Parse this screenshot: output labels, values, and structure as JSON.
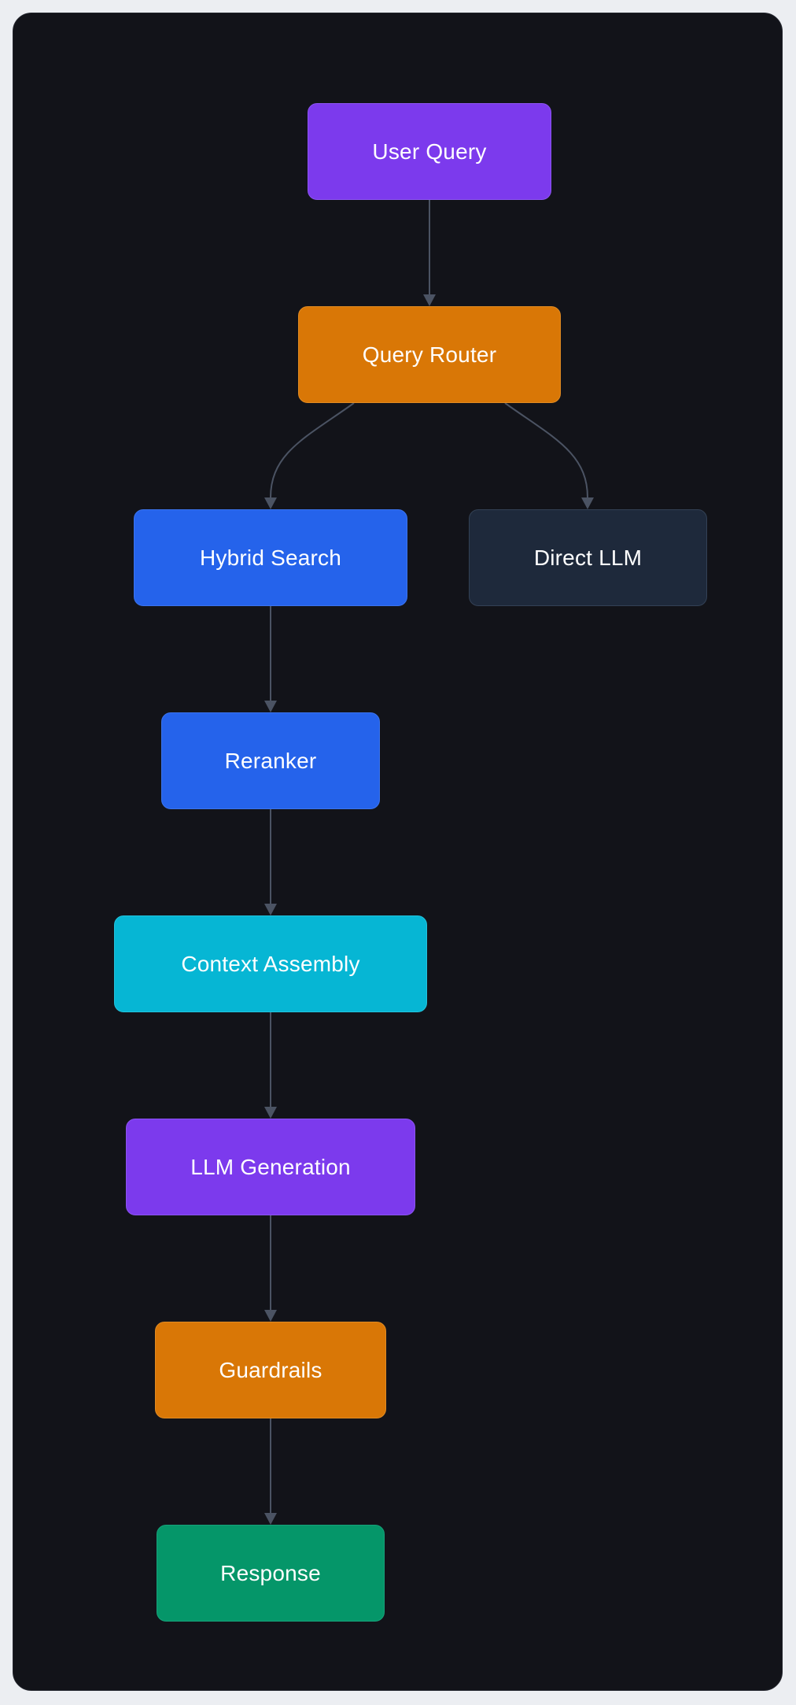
{
  "diagram": {
    "colors": {
      "purple": "#7c3aed",
      "orange": "#d97706",
      "blue": "#2563eb",
      "slate": "#1e293b",
      "cyan": "#06b6d4",
      "green": "#059669",
      "edge": "#4b5363",
      "background": "#121319"
    },
    "nodes": {
      "user_query": {
        "label": "User Query",
        "color": "#7c3aed"
      },
      "query_router": {
        "label": "Query Router",
        "color": "#d97706"
      },
      "hybrid_search": {
        "label": "Hybrid Search",
        "color": "#2563eb"
      },
      "direct_llm": {
        "label": "Direct LLM",
        "color": "#1e293b"
      },
      "reranker": {
        "label": "Reranker",
        "color": "#2563eb"
      },
      "context_assembly": {
        "label": "Context Assembly",
        "color": "#06b6d4"
      },
      "llm_generation": {
        "label": "LLM Generation",
        "color": "#7c3aed"
      },
      "guardrails": {
        "label": "Guardrails",
        "color": "#d97706"
      },
      "response": {
        "label": "Response",
        "color": "#059669"
      }
    },
    "edges": [
      {
        "from": "user_query",
        "to": "query_router"
      },
      {
        "from": "query_router",
        "to": "hybrid_search"
      },
      {
        "from": "query_router",
        "to": "direct_llm"
      },
      {
        "from": "hybrid_search",
        "to": "reranker"
      },
      {
        "from": "reranker",
        "to": "context_assembly"
      },
      {
        "from": "context_assembly",
        "to": "llm_generation"
      },
      {
        "from": "llm_generation",
        "to": "guardrails"
      },
      {
        "from": "guardrails",
        "to": "response"
      }
    ]
  }
}
